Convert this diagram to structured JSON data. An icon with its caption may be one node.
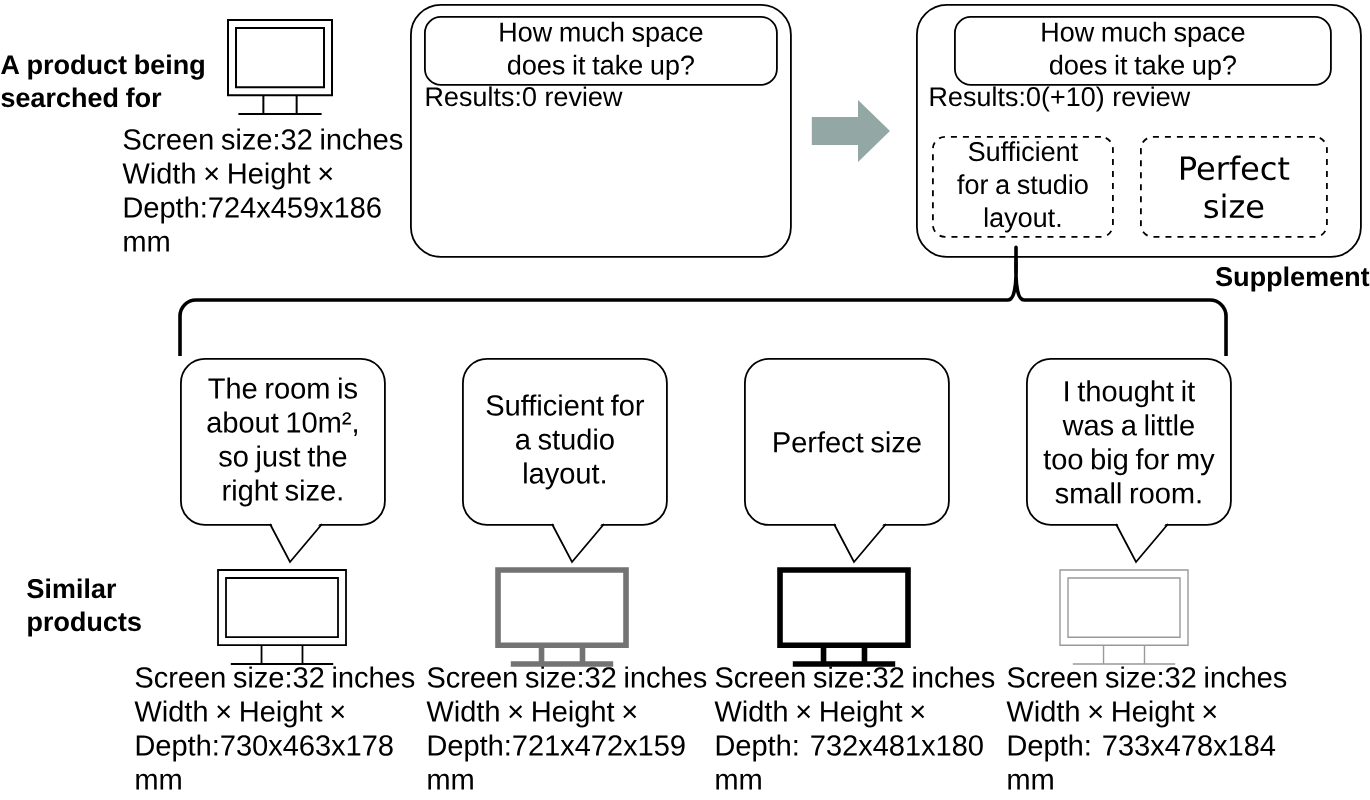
{
  "diagram": {
    "nodes": [
      {
        "text": [
          "Results:0 review"
        ]
      },
      {
        "text": [
          "How much space does it take up?"
        ],
        "in": 0
      },
      {
        "text": [
          "Results:0(+10) review"
        ]
      },
      {
        "text": [
          "How much space does it take up?"
        ],
        "in": 2
      },
      {
        "text": [
          "Sufficient for a studio layout."
        ],
        "in": 2
      },
      {
        "text": [
          "Perfect size"
        ],
        "in": 2
      },
      {
        "text": [
          "The room is about 10m², so just the right size."
        ]
      },
      {
        "text": [
          "Sufficient for a studio layout."
        ]
      },
      {
        "text": [
          "Perfect size"
        ]
      },
      {
        "text": [
          "I thought it was a little too big for my small room."
        ]
      }
    ],
    "edges": [
      {
        "from": 0,
        "to": 2,
        "arrow": "to",
        "color": "#93a8a4"
      }
    ],
    "labels": [
      "A product being searched for",
      "Screen size:32 inches Width × Height × Depth:724x459x186 mm",
      "Supplement",
      "Similar products",
      "Screen size:32 inches Width × Height × Depth:730x463x178 mm",
      "Screen size:32 inches Width × Height × Depth:721x472x159 mm",
      "Screen size:32 inches Width × Height × Depth: 732x481x180 mm",
      "Screen size:32 inches Width × Height × Depth: 733x478x184 mm"
    ]
  }
}
